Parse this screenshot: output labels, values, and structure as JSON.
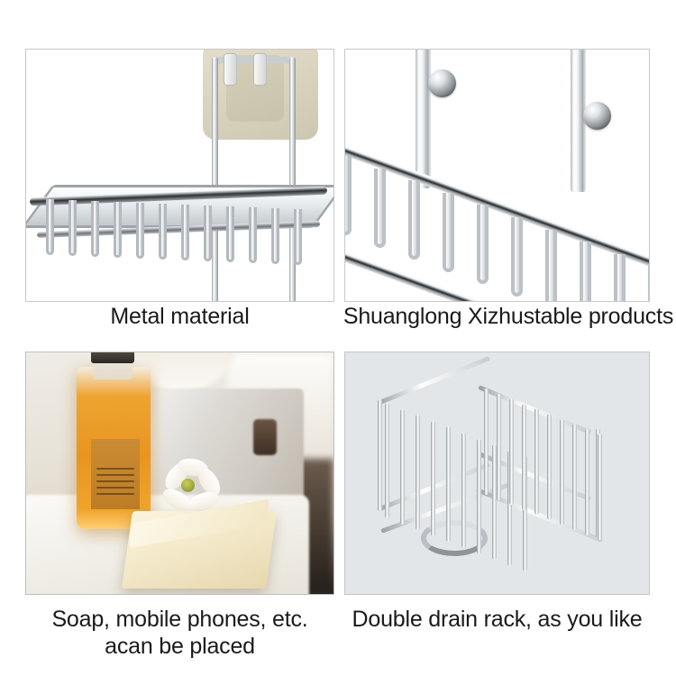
{
  "page": {
    "background_color": "#ffffff",
    "layout": "2x2 product image grid with captions"
  },
  "panels": [
    {
      "id": "metal-material",
      "position": "top-left",
      "caption": "Metal material",
      "subject": "chrome wire soap basket mounted on adhesive wall hook",
      "background_color": "#ffffff",
      "border_color": "#c8c8c8",
      "elements": [
        "adhesive-wall-pad",
        "chrome-vertical-rails",
        "clear-clips",
        "wire-basket"
      ]
    },
    {
      "id": "brand-products",
      "position": "top-right",
      "caption": "Shuanglong Xizhustable products",
      "subject": "macro close-up of polished chrome wire frame with ball finials",
      "background_color": "#ffffff",
      "border_color": "#c8c8c8",
      "elements": [
        "chrome-posts",
        "ball-finials",
        "diagonal-rails",
        "wire-ribs"
      ]
    },
    {
      "id": "soap-placement",
      "position": "bottom-left",
      "caption": "Soap, mobile phones, etc.\nacan be placed",
      "subject": "spa still life with amber oil bottle, white flower, cream soap bar on towel",
      "border_color": "#bfbfbf",
      "elements": [
        "oil-bottle",
        "bottle-label",
        "white-flower",
        "soap-bar",
        "towel",
        "bark-slab"
      ]
    },
    {
      "id": "double-drain-rack",
      "position": "bottom-right",
      "caption": "Double drain rack, as you like",
      "subject": "stainless steel double-sided wire drain rack with round foot ring",
      "background_color": "#e3e6e8",
      "border_color": "#c3c7ca",
      "elements": [
        "left-wire-grid",
        "right-wire-grid",
        "base-frame",
        "circular-foot-ring"
      ]
    }
  ],
  "captions": {
    "top_left": "Metal material",
    "top_right": "Shuanglong Xizhustable products",
    "bottom_left_line1": "Soap, mobile phones, etc.",
    "bottom_left_line2": "acan be placed",
    "bottom_right": "Double drain rack, as you like"
  },
  "colors": {
    "caption_text": "#1a1a1a",
    "panel_border": "#c8c8c8",
    "rack_panel_background": "#e3e6e8",
    "chrome_highlight": "#ffffff",
    "chrome_shadow": "#8e9498",
    "adhesive_pad": "#ddd7c4",
    "oil_amber": "#e8951f",
    "soap_cream": "#f3e9c9"
  }
}
